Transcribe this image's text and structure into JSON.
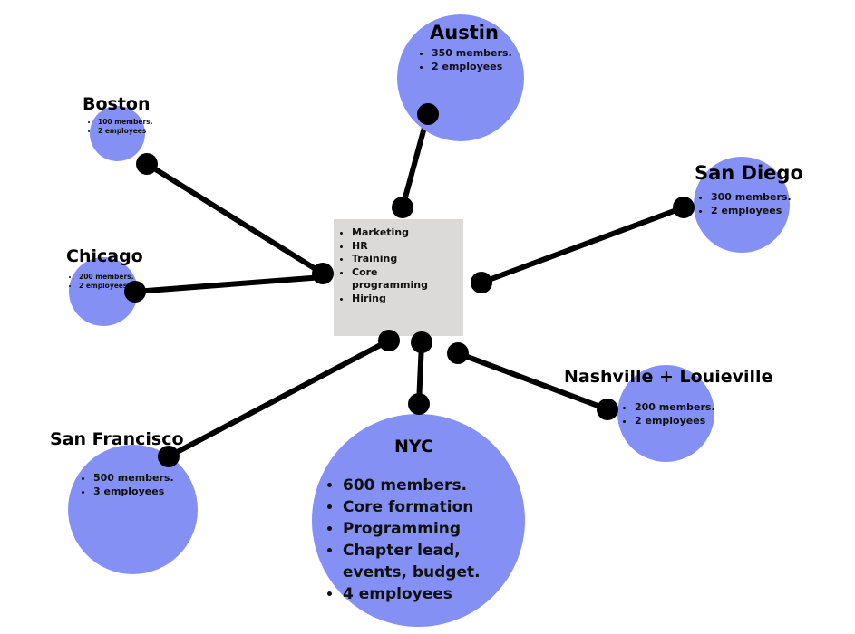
{
  "hub": {
    "items": [
      "Marketing",
      "HR",
      "Training",
      "Core programming",
      "Hiring"
    ]
  },
  "nodes": {
    "austin": {
      "title": "Austin",
      "items": [
        "350 members.",
        "2 employees"
      ]
    },
    "boston": {
      "title": "Boston",
      "items": [
        "100 members.",
        "2 employees"
      ]
    },
    "san_diego": {
      "title": "San Diego",
      "items": [
        "300 members.",
        "2 employees"
      ]
    },
    "chicago": {
      "title": "Chicago",
      "items": [
        "200 members.",
        "2 employees"
      ]
    },
    "nashville": {
      "title": "Nashville + Louieville",
      "items": [
        "200 members.",
        "2 employees"
      ]
    },
    "san_francisco": {
      "title": "San Francisco",
      "items": [
        "500 members.",
        "3 employees"
      ]
    },
    "nyc": {
      "title": "NYC",
      "items": [
        "600 members.",
        "Core formation",
        "Programming",
        "Chapter lead, events, budget.",
        "4 employees"
      ]
    }
  },
  "colors": {
    "node_fill": "#8590f5",
    "hub_fill": "#dcd9d9",
    "connector": "#000000"
  }
}
